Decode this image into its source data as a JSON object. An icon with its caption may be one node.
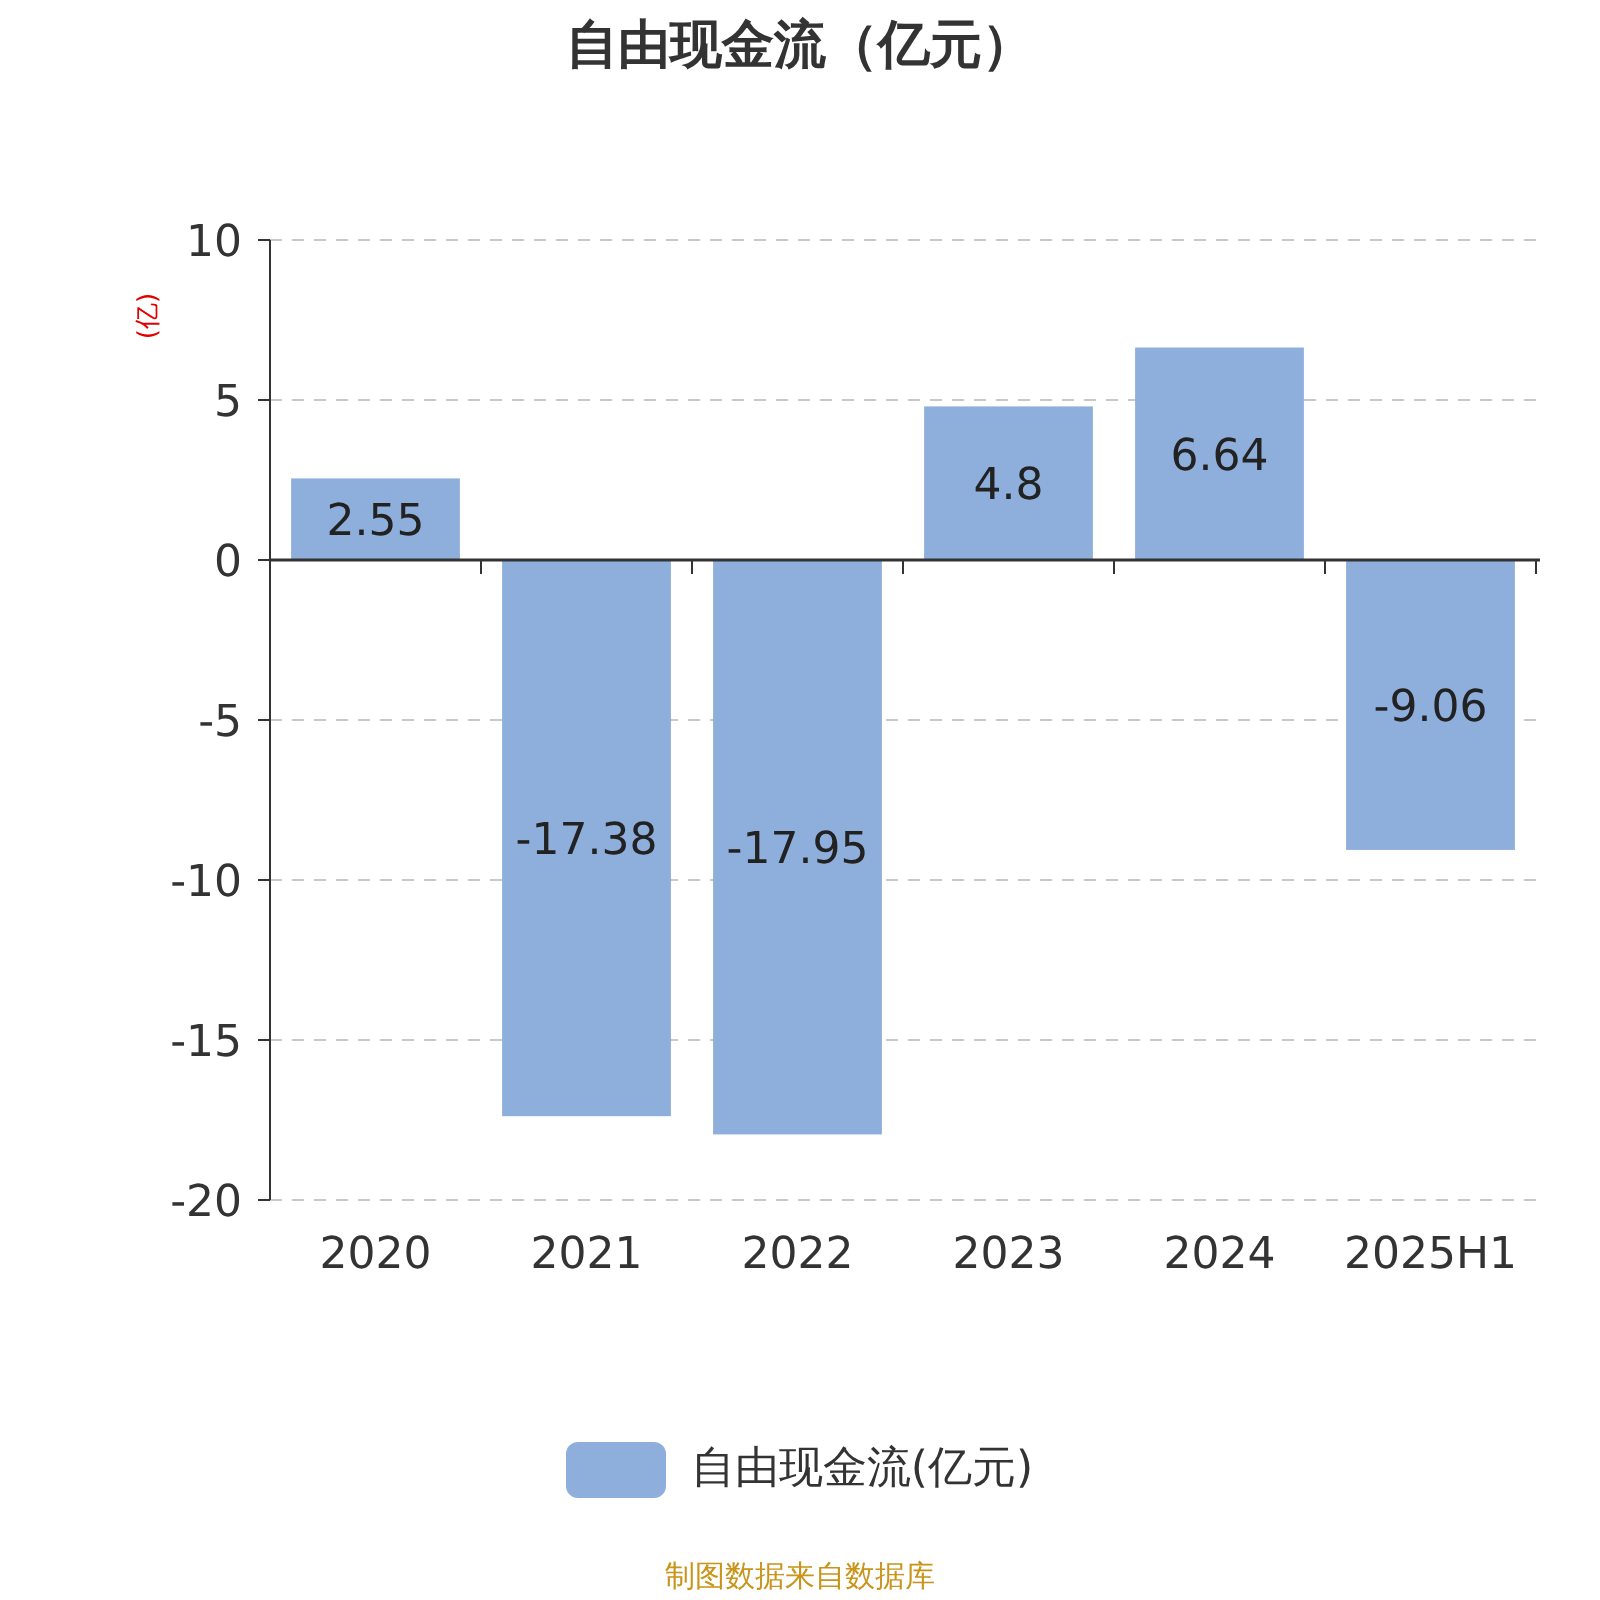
{
  "diagram": {
    "title": "自由现金流（亿元）",
    "chart_data": {
      "type": "bar",
      "ylabel": "(亿)",
      "categories": [
        "2020",
        "2021",
        "2022",
        "2023",
        "2024",
        "2025H1"
      ],
      "series": [
        {
          "color": "#8eaedb",
          "values": [
            2.55,
            -17.38,
            -17.95,
            4.8,
            6.64,
            -9.06
          ]
        }
      ],
      "ylim": [
        -20,
        10
      ],
      "yticks": [
        -20,
        -15,
        -10,
        -5,
        0,
        5,
        10
      ],
      "grid": true,
      "data_labels": true
    },
    "legend": [
      {
        "text": "自由现金流(亿元)",
        "color": "#8eaedb"
      }
    ],
    "labels": [
      "制图数据来自数据库"
    ]
  }
}
